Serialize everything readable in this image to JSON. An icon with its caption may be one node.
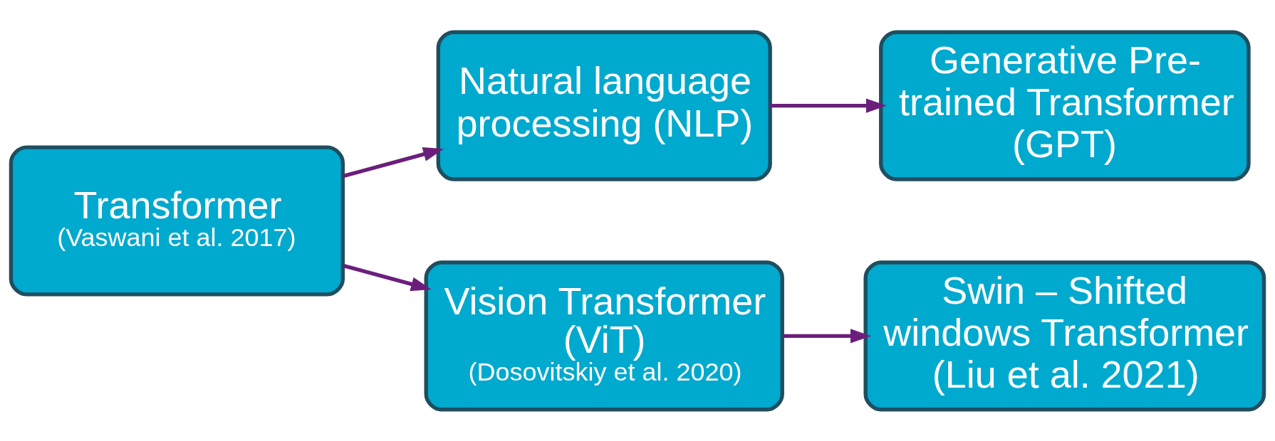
{
  "diagram": {
    "nodes": [
      {
        "text": [
          "Transformer",
          "(Vaswani et al. 2017)"
        ]
      },
      {
        "text": [
          "Natural language processing (NLP)"
        ]
      },
      {
        "text": [
          "Generative Pre-trained Transformer (GPT)"
        ]
      },
      {
        "text": [
          "Vision Transformer (ViT)",
          "(Dosovitskiy et al. 2020)"
        ]
      },
      {
        "text": [
          "Swin – Shifted windows Transformer (Liu et al. 2021)"
        ]
      }
    ],
    "edges": [
      {
        "from": 0,
        "to": 1,
        "arrow": "to"
      },
      {
        "from": 1,
        "to": 2,
        "arrow": "to"
      },
      {
        "from": 0,
        "to": 3,
        "arrow": "to"
      },
      {
        "from": 3,
        "to": 4,
        "arrow": "to"
      }
    ]
  }
}
